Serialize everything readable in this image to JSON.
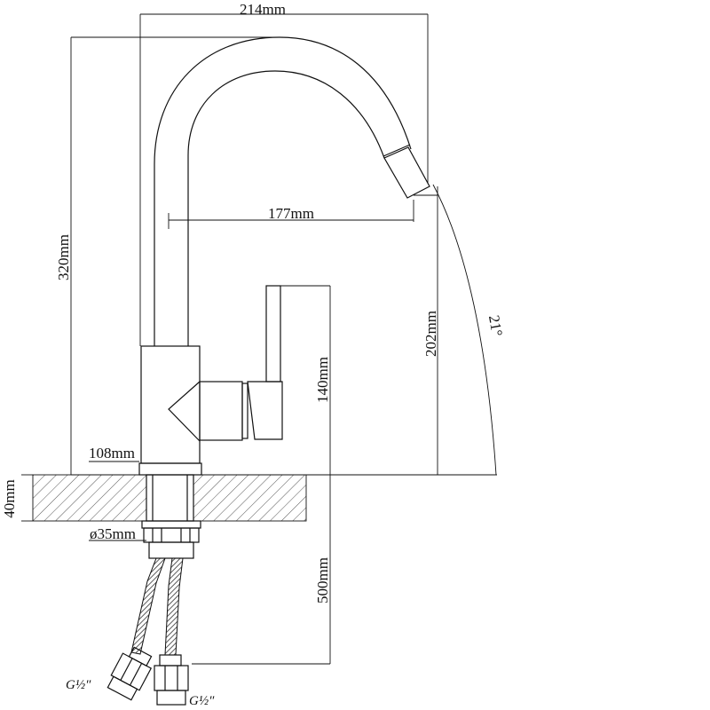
{
  "dimensions": {
    "width_total": "214mm",
    "reach": "177mm",
    "height_total": "320mm",
    "spout_height": "202mm",
    "lever_height": "140mm",
    "base_width": "108mm",
    "deck_thickness": "40mm",
    "shank_diameter": "ø35mm",
    "hose_length": "500mm",
    "swivel_angle": "21°",
    "thread_left": "G½″",
    "thread_right": "G½″"
  }
}
